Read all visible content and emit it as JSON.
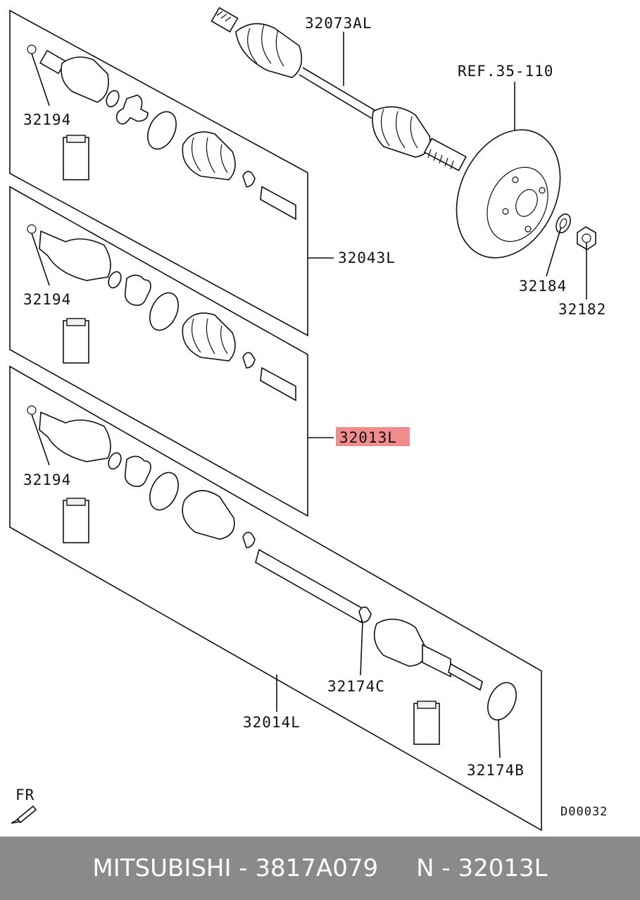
{
  "labels": {
    "p32073AL": "32073AL",
    "ref": "REF.35-110",
    "p32194_a": "32194",
    "p32194_b": "32194",
    "p32194_c": "32194",
    "p32043L": "32043L",
    "p32013L": "32013L",
    "p32184": "32184",
    "p32182": "32182",
    "p32174C": "32174C",
    "p32014L": "32014L",
    "p32174B": "32174B",
    "fr": "FR",
    "code": "D00032"
  },
  "highlight_color": "#f28b8b",
  "footer": {
    "brand": "MITSUBISHI",
    "sep1": " - ",
    "part_number": "3817A079",
    "gap": "     ",
    "ref_prefix": "N - ",
    "ref_number": "32013L"
  }
}
